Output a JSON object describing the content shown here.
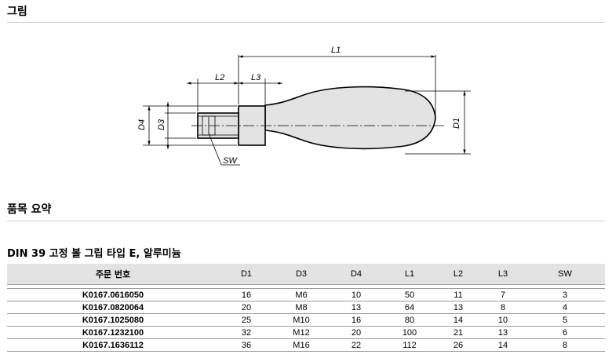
{
  "sections": {
    "drawing_title": "그림",
    "summary_title": "품목 요약"
  },
  "drawing": {
    "labels": {
      "L1": "L1",
      "L2": "L2",
      "L3": "L3",
      "D1": "D1",
      "D3": "D3",
      "D4": "D4",
      "SW": "SW"
    }
  },
  "table": {
    "title": "DIN 39 고정 볼 그립 타입 E, 알루미늄",
    "headers": [
      "주문 번호",
      "D1",
      "D3",
      "D4",
      "L1",
      "L2",
      "L3",
      "SW"
    ],
    "rows": [
      [
        "K0167.0616050",
        "16",
        "M6",
        "10",
        "50",
        "11",
        "7",
        "3"
      ],
      [
        "K0167.0820064",
        "20",
        "M8",
        "13",
        "64",
        "13",
        "8",
        "4"
      ],
      [
        "K0167.1025080",
        "25",
        "M10",
        "16",
        "80",
        "14",
        "10",
        "5"
      ],
      [
        "K0167.1232100",
        "32",
        "M12",
        "20",
        "100",
        "21",
        "13",
        "6"
      ],
      [
        "K0167.1636112",
        "36",
        "M16",
        "22",
        "112",
        "26",
        "14",
        "8"
      ]
    ]
  }
}
